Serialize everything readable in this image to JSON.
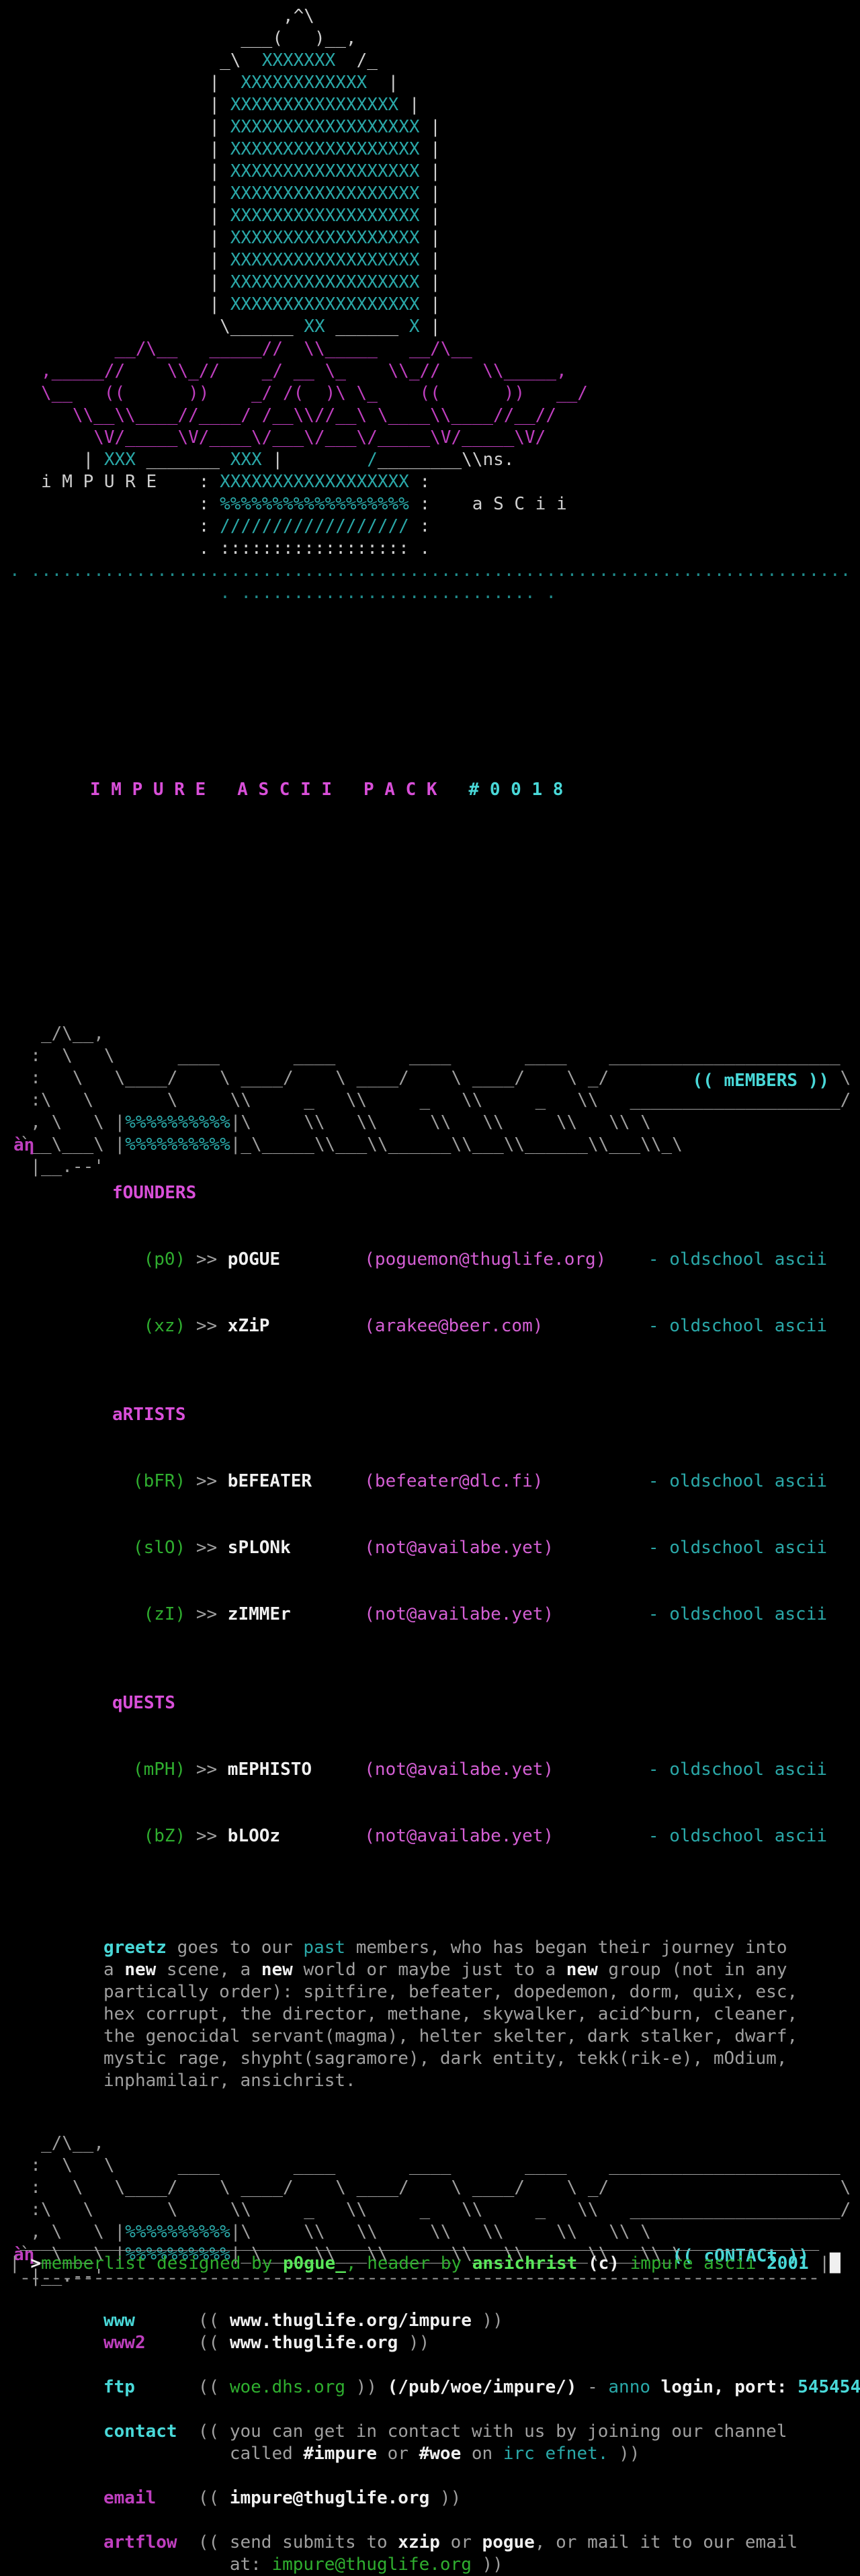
{
  "colors": {
    "background": "#000000",
    "cyan": "#2aa8a8",
    "magenta": "#bf3fbf",
    "green": "#2fae2f",
    "white": "#f0f0f0",
    "gray": "#9f9f9f"
  },
  "header": {
    "castle_art": "                          ,^\\\n                      ___(   )__,\n                    _\\  XXXXXXX  /_\n                   |  XXXXXXXXXXXX  |\n                   | XXXXXXXXXXXXXXXX |\n                   | XXXXXXXXXXXXXXXXXX |\n                   | XXXXXXXXXXXXXXXXXX |\n                   | XXXXXXXXXXXXXXXXXX |\n                   | XXXXXXXXXXXXXXXXXX |\n                   | XXXXXXXXXXXXXXXXXX |\n                   | XXXXXXXXXXXXXXXXXX |\n                   | XXXXXXXXXXXXXXXXXX |\n                   | XXXXXXXXXXXXXXXXXX |\n                   | XXXXXXXXXXXXXXXXXX |\n                    \\______ XX ______ X |",
    "swirl_art": "          __/\\__   _____//  \\\\_____   __/\\__\n   ,_____//    \\\\_//    _/ __ \\_    \\\\_//    \\\\_____,\n   \\__   ((      ))    _/ /(  )\\ \\_    ((      ))   __/\n      \\\\__\\\\____//____/ /__\\\\//__\\ \\____\\\\____//__//\n        \\V/_____\\V/____\\/___\\/___\\/_____\\V/_____\\V/",
    "logo_art": "       | XXX _______ XXX |        /________\\\\ns.\n   i M P U R E    : XXXXXXXXXXXXXXXXXX :\n                  : %%%%%%%%%%%%%%%%%% :    a S C i i\n                  : ////////////////// :\n                  . :::::::::::::::::: .",
    "separator": ". .............................................................................. .\n                    . ............................ ."
  },
  "pack_title": {
    "name": "I M P U R E   A S C I I   P A C K",
    "number": "   # 0 0 1 8"
  },
  "banner": {
    "art": "   _/\\__,\n  :  \\   \\      ____       ____       ____       ____    ______________________\n  :   \\   \\____/    \\ ____/    \\ ____/    \\ ____/    \\ _/                      \\\n  :\\   \\       \\     \\\\     _   \\\\     _   \\\\     _   \\\\   ____________________/\n  , \\   \\ |%%%%%%%%%%|\\     \\\\   \\\\     \\\\   \\\\     \\\\   \\\\ \\\n `__\\___\\ |%%%%%%%%%%|_\\_____\\\\___\\\\______\\\\___\\\\______\\\\___\\\\_\\\n  |__.--'",
    "ornament": "àη"
  },
  "members": {
    "title": "(( mEMBERS ))",
    "sep": ">>",
    "groups": [
      {
        "label": "fOUNDERS",
        "rows": [
          {
            "tag": "(p0)",
            "name": "pOGUE",
            "email": "(poguemon@thuglife.org)",
            "role": "- oldschool ascii"
          },
          {
            "tag": "(xz)",
            "name": "xZiP",
            "email": "(arakee@beer.com)",
            "role": "- oldschool ascii"
          }
        ]
      },
      {
        "label": "aRTISTS",
        "rows": [
          {
            "tag": "(bFR)",
            "name": "bEFEATER",
            "email": "(befeater@dlc.fi)",
            "role": "- oldschool ascii"
          },
          {
            "tag": "(slO)",
            "name": "sPLONk",
            "email": "(not@availabe.yet)",
            "role": "- oldschool ascii"
          },
          {
            "tag": "(zI)",
            "name": "zIMMEr",
            "email": "(not@availabe.yet)",
            "role": "- oldschool ascii"
          }
        ]
      },
      {
        "label": "qUESTS",
        "rows": [
          {
            "tag": "(mPH)",
            "name": "mEPHISTO",
            "email": "(not@availabe.yet)",
            "role": "- oldschool ascii"
          },
          {
            "tag": "(bZ)",
            "name": "bLOOz",
            "email": "(not@availabe.yet)",
            "role": "- oldschool ascii"
          }
        ]
      }
    ]
  },
  "greetz": {
    "parts": [
      {
        "t": "greetz",
        "c": "cyanb"
      },
      {
        "t": " goes to our ",
        "c": "gray"
      },
      {
        "t": "past",
        "c": "cyan"
      },
      {
        "t": " members, who has began their journey into\na ",
        "c": "gray"
      },
      {
        "t": "new",
        "c": "white"
      },
      {
        "t": " scene, a ",
        "c": "gray"
      },
      {
        "t": "new",
        "c": "white"
      },
      {
        "t": " world or maybe just to a ",
        "c": "gray"
      },
      {
        "t": "new",
        "c": "white"
      },
      {
        "t": " group (not in any\npartically order): spitfire, befeater, dopedemon, dorm, quix, esc,\nhex corrupt, the director, methane, skywalker, acid^burn, cleaner,\nthe genocidal servant(magma), helter skelter, dark stalker, dwarf,\nmystic rage, shypht(sagramore), dark entity, tekk(rik-e), mOdium,\ninphamilair, ansichrist.",
        "c": "gray"
      }
    ]
  },
  "contact": {
    "title": "(( cONTACt ))",
    "entries": [
      {
        "label": "www",
        "parts": [
          {
            "t": "(( ",
            "c": "gray"
          },
          {
            "t": "www.thuglife.org/impure",
            "c": "white"
          },
          {
            "t": " ))",
            "c": "gray"
          }
        ]
      },
      {
        "label": "www2",
        "parts": [
          {
            "t": "(( ",
            "c": "gray"
          },
          {
            "t": "www.thuglife.org",
            "c": "white"
          },
          {
            "t": " ))",
            "c": "gray"
          }
        ]
      },
      {
        "label": "ftp",
        "parts": [
          {
            "t": "(( ",
            "c": "gray"
          },
          {
            "t": "woe.dhs.org",
            "c": "green"
          },
          {
            "t": " )) ",
            "c": "gray"
          },
          {
            "t": "(/pub/woe/impure/)",
            "c": "white"
          },
          {
            "t": " - ",
            "c": "gray"
          },
          {
            "t": "anno",
            "c": "cyan"
          },
          {
            "t": " login, port: ",
            "c": "white"
          },
          {
            "t": "545454",
            "c": "cyanb"
          }
        ]
      },
      {
        "label": "contact",
        "parts": [
          {
            "t": "(( ",
            "c": "gray"
          },
          {
            "t": "you can get in contact with us by joining our channel\n   called ",
            "c": "gray"
          },
          {
            "t": "#impure",
            "c": "white"
          },
          {
            "t": " or ",
            "c": "gray"
          },
          {
            "t": "#woe",
            "c": "white"
          },
          {
            "t": " on ",
            "c": "gray"
          },
          {
            "t": "irc efnet.",
            "c": "cyan"
          },
          {
            "t": " ))",
            "c": "gray"
          }
        ]
      },
      {
        "label": "email",
        "parts": [
          {
            "t": "(( ",
            "c": "gray"
          },
          {
            "t": "impure@thuglife.org",
            "c": "white"
          },
          {
            "t": " ))",
            "c": "gray"
          }
        ]
      },
      {
        "label": "artflow",
        "parts": [
          {
            "t": "(( send submits to ",
            "c": "gray"
          },
          {
            "t": "xzip",
            "c": "white"
          },
          {
            "t": " or ",
            "c": "gray"
          },
          {
            "t": "pogue",
            "c": "white"
          },
          {
            "t": ", or mail it to our email\n   at: ",
            "c": "gray"
          },
          {
            "t": "impure@thuglife.org",
            "c": "green"
          },
          {
            "t": " ))",
            "c": "gray"
          }
        ]
      }
    ]
  },
  "statusbar": {
    "top_border": " ____________________________________________________________________________",
    "parts": [
      {
        "t": "| ",
        "c": "gray"
      },
      {
        "t": ">",
        "c": "white"
      },
      {
        "t": "memberlist designed by ",
        "c": "green"
      },
      {
        "t": "p0gue_",
        "c": "bgreen"
      },
      {
        "t": ", header by ",
        "c": "green"
      },
      {
        "t": "ansichrist",
        "c": "bgreen"
      },
      {
        "t": " (c) ",
        "c": "white"
      },
      {
        "t": "impure ascii ",
        "c": "green"
      },
      {
        "t": "2001",
        "c": "cyanb"
      },
      {
        "t": " |",
        "c": "gray"
      },
      {
        "t": "█",
        "c": "white"
      }
    ],
    "bottom_border": " ¯¯¯¯¯¯¯¯¯¯¯¯¯¯¯¯¯¯¯¯¯¯¯¯¯¯¯¯¯¯¯¯¯¯¯¯¯¯¯¯¯¯¯¯¯¯¯¯¯¯¯¯¯¯¯¯¯¯¯¯¯¯¯¯¯¯¯¯¯¯¯¯¯¯¯¯"
  }
}
